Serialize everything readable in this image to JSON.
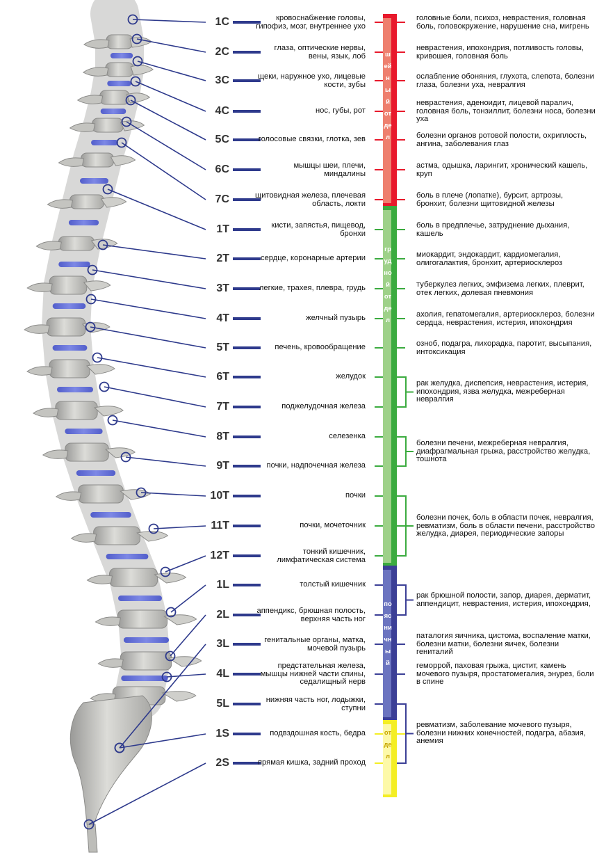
{
  "colors": {
    "cervical": "#e8192c",
    "thoracic": "#3bab3f",
    "lumbar": "#3b3f96",
    "sacral": "#f4ee24",
    "line": "#2e3a8c"
  },
  "sections": [
    {
      "id": "cervical",
      "label": "шейный отдел"
    },
    {
      "id": "thoracic",
      "label": "грудной отдел"
    },
    {
      "id": "lumbar",
      "label": "поясничный"
    },
    {
      "id": "sacral",
      "label": "отдел"
    }
  ],
  "vertebrae": [
    {
      "label": "1C",
      "organs": "кровоснабжение головы, гипофиз, мозг, внутреннее ухо",
      "diseases": "головные боли, психоз, неврастения, головная боль, головокружение, нарушение сна, мигрень"
    },
    {
      "label": "2C",
      "organs": "глаза, оптические нервы, вены, язык, лоб",
      "diseases": "неврастения, ипохондрия, потливость головы, кривошея, головная боль"
    },
    {
      "label": "3C",
      "organs": "щеки, наружное ухо, лицевые кости, зубы",
      "diseases": "ослабление обоняния, глухота, слепота, болезни глаза, болезни уха, невралгия"
    },
    {
      "label": "4C",
      "organs": "нос, губы, рот",
      "diseases": "неврастения, аденоидит, лицевой паралич, головная боль, тонзиллит, болезни носа, болезни уха"
    },
    {
      "label": "5C",
      "organs": "голосовые связки, глотка, зев",
      "diseases": "болезни органов ротовой полости, охриплость, ангина, заболевания глаз"
    },
    {
      "label": "6C",
      "organs": "мышцы шеи, плечи, миндалины",
      "diseases": "астма, одышка, ларингит, хронический кашель, круп"
    },
    {
      "label": "7C",
      "organs": "щитовидная железа, плечевая область, локти",
      "diseases": "боль в плече (лопатке), бурсит, артрозы, бронхит, болезни щитовидной железы"
    },
    {
      "label": "1T",
      "organs": "кисти, запястья, пищевод, бронхи",
      "diseases": "боль в предплечье, затруднение дыхания, кашель"
    },
    {
      "label": "2T",
      "organs": "сердце, коронарные артерии",
      "diseases": "миокардит, эндокардит, кардиомегалия, олигогалактия, бронхит, артериосклероз"
    },
    {
      "label": "3T",
      "organs": "легкие, трахея, плевра, грудь",
      "diseases": "туберкулез легких, эмфизема легких, плеврит, отек легких, долевая пневмония"
    },
    {
      "label": "4T",
      "organs": "желчный пузырь",
      "diseases": "ахолия, гепатомегалия, артериосклероз, болезни сердца, неврастения, истерия, ипохондрия"
    },
    {
      "label": "5T",
      "organs": "печень, кровообращение",
      "diseases": "озноб, подагра, лихорадка, паротит, высыпания, интоксикация"
    },
    {
      "label": "6T",
      "organs": "желудок",
      "diseases": ""
    },
    {
      "label": "7T",
      "organs": "поджелудочная железа",
      "diseases": ""
    },
    {
      "label": "8T",
      "organs": "селезенка",
      "diseases": ""
    },
    {
      "label": "9T",
      "organs": "почки, надпочечная железа",
      "diseases": ""
    },
    {
      "label": "10T",
      "organs": "почки",
      "diseases": ""
    },
    {
      "label": "11T",
      "organs": "почки, мочеточник",
      "diseases": ""
    },
    {
      "label": "12T",
      "organs": "тонкий кишечник, лимфатическая система",
      "diseases": ""
    },
    {
      "label": "1L",
      "organs": "толстый кишечник",
      "diseases": ""
    },
    {
      "label": "2L",
      "organs": "аппендикс, брюшная полость, верхняя часть ног",
      "diseases": ""
    },
    {
      "label": "3L",
      "organs": "генитальные органы, матка, мочевой пузырь",
      "diseases": "паталогия яичника, цистома, воспаление матки, болезни матки, болезни яичек, болезни гениталий"
    },
    {
      "label": "4L",
      "organs": "предстательная железа, мышцы нижней части спины, седалищный нерв",
      "diseases": "геморрой, паховая грыжа, цистит, камень мочевого пузыря, простатомегалия, энурез, боли в спине"
    },
    {
      "label": "5L",
      "organs": "нижняя часть ног, лодыжки, ступни",
      "diseases": ""
    },
    {
      "label": "1S",
      "organs": "подвздошная кость, бедра",
      "diseases": ""
    },
    {
      "label": "2S",
      "organs": "прямая кишка, задний проход",
      "diseases": ""
    }
  ],
  "group_diseases": [
    {
      "from": "6T",
      "to": "7T",
      "text": "рак желудка, диспепсия, неврастения, истерия, ипохондрия, язва желудка, межреберная невралгия"
    },
    {
      "from": "8T",
      "to": "9T",
      "text": "болезни печени, межреберная невралгия, диафрагмальная грыжа, расстройство желудка, тошнота"
    },
    {
      "from": "10T",
      "to": "12T",
      "text": "болезни почек, боль в области почек, невралгия, ревматизм, боль в области печени, расстройство желудка, диарея, периодические запоры"
    },
    {
      "from": "1L",
      "to": "2L",
      "text": "рак брюшной полости, запор, диарея, дерматит, аппендицит, неврастения, истерия, ипохондрия,"
    },
    {
      "from": "5L",
      "to": "2S",
      "text": "ревматизм, заболевание мочевого пузыря, болезни нижних конечностей, подагра, абазия, анемия"
    }
  ]
}
